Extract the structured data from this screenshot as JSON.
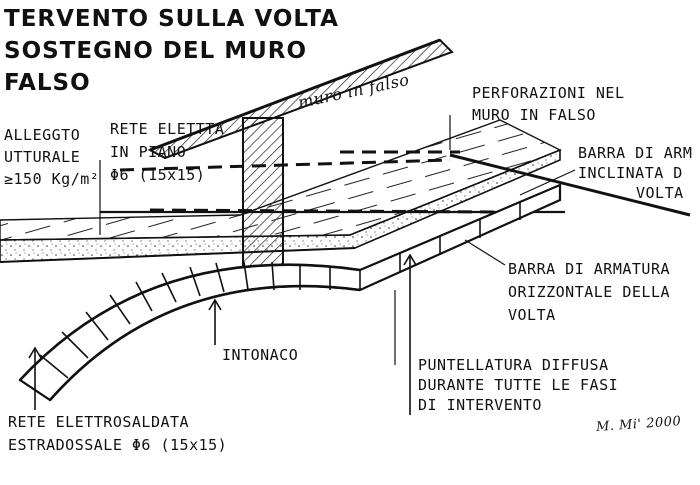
{
  "title": {
    "line1": "TERVENTO SULLA VOLTA",
    "line2": "SOSTEGNO DEL MURO",
    "line3": "FALSO"
  },
  "labels": {
    "alleggerimento": [
      "ALLEGGTO",
      "UTTURALE",
      "≥150 Kg/m²"
    ],
    "rete_piano": [
      "RETE ELETTTA",
      "IN PIANO",
      "Φ6 (15x15)"
    ],
    "muro_falso_hand": "muro in falso",
    "perforazioni": [
      "PERFORAZIONI NEL",
      "MURO IN FALSO"
    ],
    "barra_inclinata": [
      "BARRA DI ARM",
      "INCLINATA D",
      "VOLTA"
    ],
    "barra_orizzontale": [
      "BARRA DI ARMATURA",
      "ORIZZONTALE DELLA",
      "VOLTA"
    ],
    "intonaco": "INTONACO",
    "puntellatura": [
      "PUNTELLATURA DIFFUSA",
      "DURANTE TUTTE LE FASI",
      "DI INTERVENTO"
    ],
    "rete_estradossale": [
      "RETE ELETTROSALDATA",
      "ESTRADOSSALE Φ6 (15x15)"
    ],
    "signature": "M. Mi' 2000"
  }
}
